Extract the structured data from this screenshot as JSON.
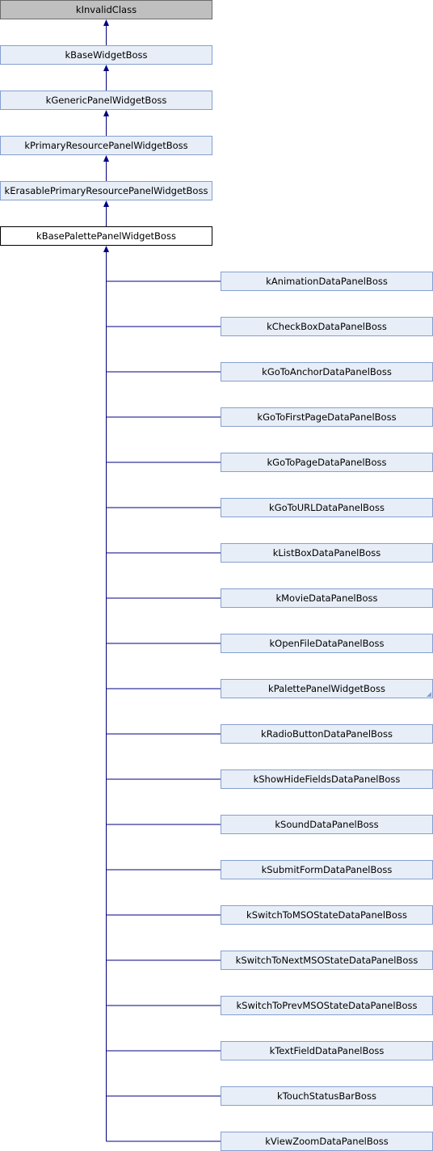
{
  "ancestors": [
    {
      "label": "kInvalidClass",
      "style": "root"
    },
    {
      "label": "kBaseWidgetBoss",
      "style": "link"
    },
    {
      "label": "kGenericPanelWidgetBoss",
      "style": "link"
    },
    {
      "label": "kPrimaryResourcePanelWidgetBoss",
      "style": "link"
    },
    {
      "label": "kErasablePrimaryResourcePanelWidgetBoss",
      "style": "link"
    }
  ],
  "current": {
    "label": "kBasePalettePanelWidgetBoss"
  },
  "children": [
    {
      "label": "kAnimationDataPanelBoss"
    },
    {
      "label": "kCheckBoxDataPanelBoss"
    },
    {
      "label": "kGoToAnchorDataPanelBoss"
    },
    {
      "label": "kGoToFirstPageDataPanelBoss"
    },
    {
      "label": "kGoToPageDataPanelBoss"
    },
    {
      "label": "kGoToURLDataPanelBoss"
    },
    {
      "label": "kListBoxDataPanelBoss"
    },
    {
      "label": "kMovieDataPanelBoss"
    },
    {
      "label": "kOpenFileDataPanelBoss"
    },
    {
      "label": "kPalettePanelWidgetBoss",
      "has_more": true
    },
    {
      "label": "kRadioButtonDataPanelBoss"
    },
    {
      "label": "kShowHideFieldsDataPanelBoss"
    },
    {
      "label": "kSoundDataPanelBoss"
    },
    {
      "label": "kSubmitFormDataPanelBoss"
    },
    {
      "label": "kSwitchToMSOStateDataPanelBoss"
    },
    {
      "label": "kSwitchToNextMSOStateDataPanelBoss"
    },
    {
      "label": "kSwitchToPrevMSOStateDataPanelBoss"
    },
    {
      "label": "kTextFieldDataPanelBoss"
    },
    {
      "label": "kTouchStatusBarBoss"
    },
    {
      "label": "kViewZoomDataPanelBoss"
    }
  ],
  "colors": {
    "edge": "#000080",
    "node_fill": "#e8eef7",
    "node_border": "#84a0d0",
    "root_fill": "#bfbfbf"
  }
}
